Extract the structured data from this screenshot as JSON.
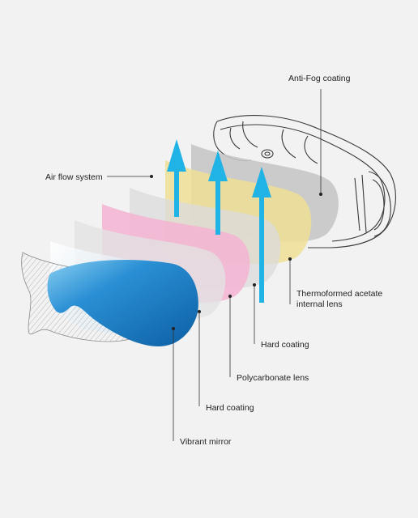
{
  "labels": {
    "anti_fog": "Anti-Fog coating",
    "air_flow": "Air flow system",
    "thermo_line1": "Thermoformed acetate",
    "thermo_line2": "internal lens",
    "hard_coating_inner": "Hard coating",
    "polycarbonate": "Polycarbonate lens",
    "hard_coating_outer": "Hard coating",
    "vibrant_mirror": "Vibrant mirror"
  },
  "colors": {
    "background": "#f2f2f2",
    "anti_fog_layer": "#c6c6c6",
    "acetate_layer": "#eedf94",
    "hard_coating_layer": "#dcdcdc",
    "polycarbonate_layer": "#f4b3d2",
    "mirror_blue": "#1d7dc4",
    "arrow_blue": "#1fb3e6",
    "line": "#333333"
  },
  "icons": [
    "goggle-frame-drawing",
    "air-flow-arrow",
    "hatched-lens-outline"
  ]
}
